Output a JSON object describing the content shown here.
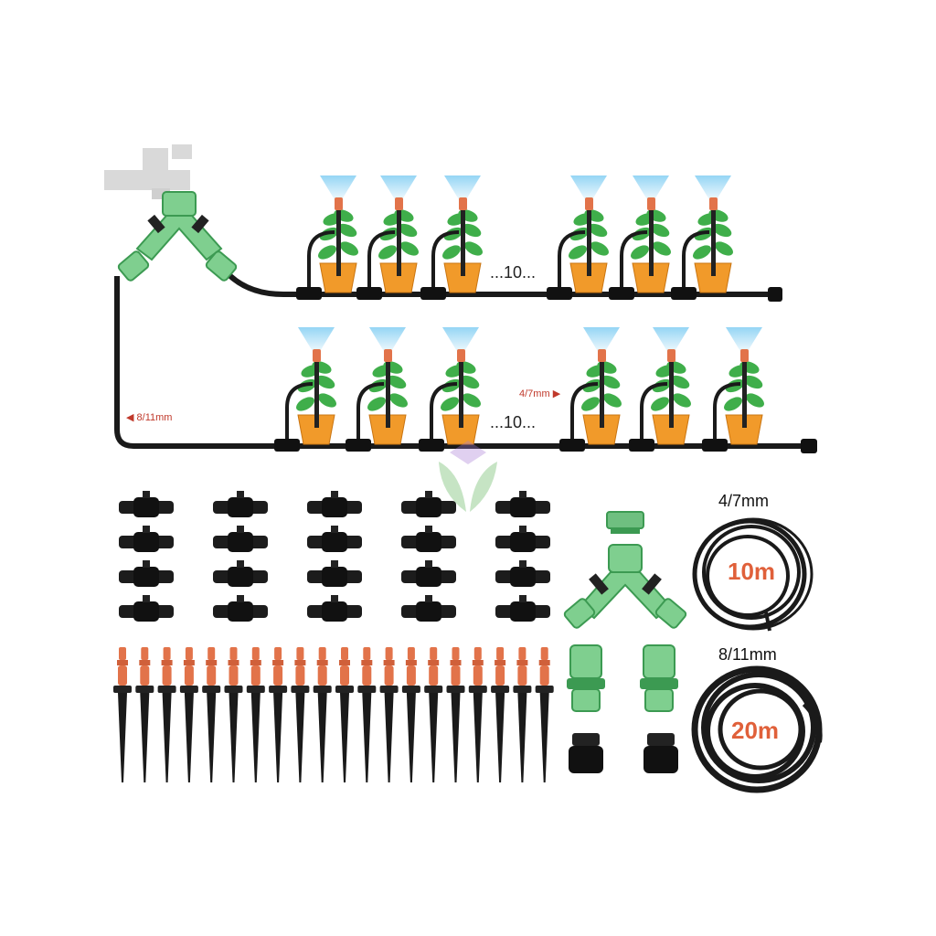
{
  "diagram": {
    "row_counts": [
      "...10...",
      "...10..."
    ],
    "main_pipe_label": "8/11mm",
    "branch_pipe_label": "4/7mm"
  },
  "kit": {
    "tee_rows": 4,
    "tee_cols": 5,
    "stake_count": 20,
    "small_tube": {
      "size": "4/7mm",
      "length": "10m"
    },
    "large_tube": {
      "size": "8/11mm",
      "length": "20m"
    }
  },
  "colors": {
    "fitting_green": "#7fcf8f",
    "fitting_dark_green": "#3c9a52",
    "tube_black": "#1a1a1a",
    "nozzle_orange": "#e2734a",
    "pot_orange": "#f19a2a",
    "spray_blue": "#8fd3f4",
    "faucet_grey": "#d6d6d6",
    "label_red": "#c0392b"
  }
}
